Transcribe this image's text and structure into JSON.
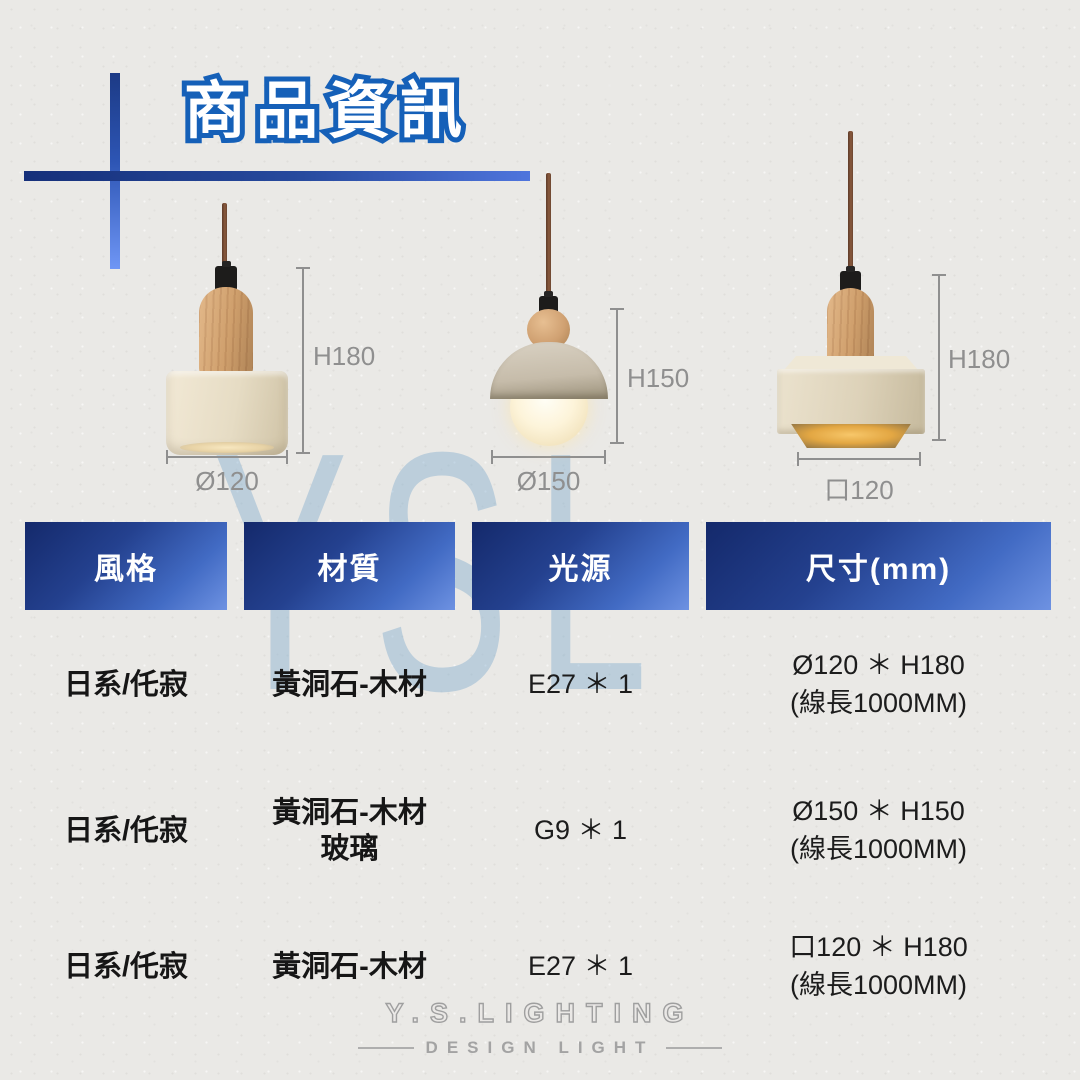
{
  "page": {
    "title": "商品資訊"
  },
  "colors": {
    "title_outline": "#1560b8",
    "header_gradient_start": "#14296b",
    "header_gradient_end": "#6e92e2",
    "accent_bar_dark": "#1c3a85",
    "accent_bar_light": "#6f96f5",
    "dimension_gray": "#8f8f8f",
    "watermark_blue": "#7daacd",
    "footer_gray": "#9f9f9f"
  },
  "watermark": {
    "text": "YSL"
  },
  "products": [
    {
      "name": "cylinder-pendant",
      "height_label": "H180",
      "width_label": "Ø120"
    },
    {
      "name": "dome-pendant",
      "height_label": "H150",
      "width_label": "Ø150"
    },
    {
      "name": "cube-pendant",
      "height_label": "H180",
      "width_label": "口120"
    }
  ],
  "table": {
    "headers": [
      "風格",
      "材質",
      "光源",
      "尺寸(mm)"
    ],
    "rows": [
      {
        "style": "日系/仛寂",
        "material_lines": [
          "黃洞石-木材"
        ],
        "bulb": "E27 ＊ 1",
        "size_lines": [
          "Ø120 ＊ H180",
          "(線長1000MM)"
        ]
      },
      {
        "style": "日系/仛寂",
        "material_lines": [
          "黃洞石-木材",
          "玻璃"
        ],
        "bulb": "G9 ＊ 1",
        "size_lines": [
          "Ø150 ＊ H150",
          "(線長1000MM)"
        ]
      },
      {
        "style": "日系/仛寂",
        "material_lines": [
          "黃洞石-木材"
        ],
        "bulb": "E27 ＊ 1",
        "size_lines": [
          "口120 ＊ H180",
          "(線長1000MM)"
        ]
      }
    ]
  },
  "footer": {
    "brand": "Y.S.LIGHTING",
    "tagline": "DESIGN LIGHT"
  }
}
